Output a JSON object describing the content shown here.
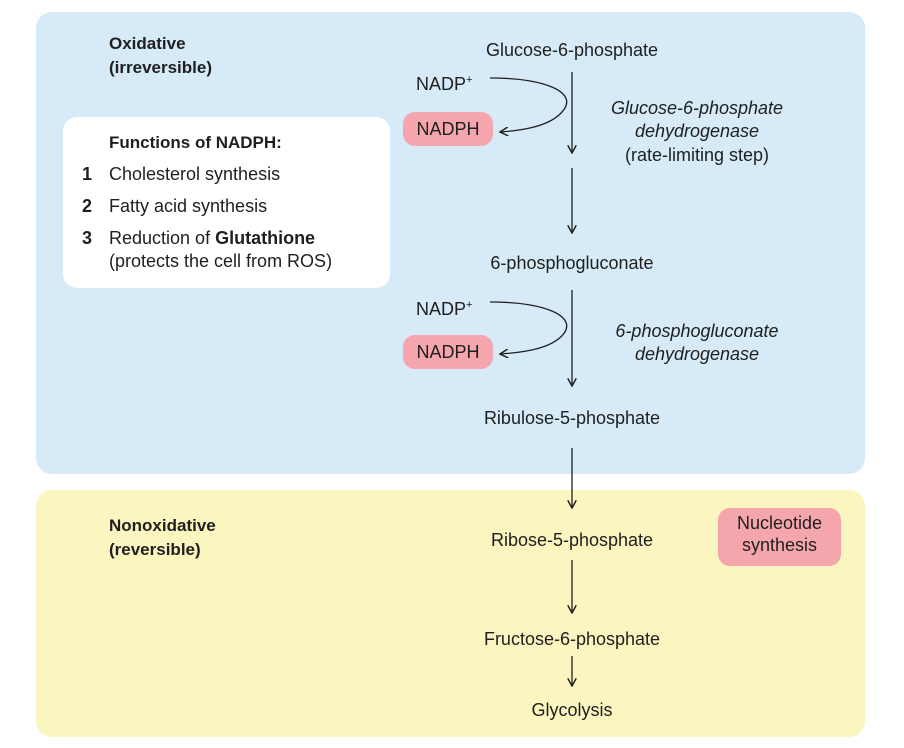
{
  "oxidative": {
    "label_line1": "Oxidative",
    "label_line2": "(irreversible)"
  },
  "nonoxidative": {
    "label_line1": "Nonoxidative",
    "label_line2": "(reversible)"
  },
  "functions": {
    "title": "Functions of NADPH:",
    "items": [
      {
        "number": "1",
        "text": "Cholesterol synthesis"
      },
      {
        "number": "2",
        "text": "Fatty acid synthesis"
      },
      {
        "number": "3",
        "text_prefix": "Reduction of ",
        "text_bold": "Glutathione",
        "text_line2": "(protects the cell from ROS)"
      }
    ]
  },
  "metabolites": {
    "g6p": "Glucose-6-phosphate",
    "pg6": "6-phosphogluconate",
    "ru5p": "Ribulose-5-phosphate",
    "r5p": "Ribose-5-phosphate",
    "f6p": "Fructose-6-phosphate",
    "glycolysis": "Glycolysis"
  },
  "cofactors": {
    "nadp_1": "NADP",
    "nadp_1_sup": "+",
    "nadph_1": "NADPH",
    "nadp_2": "NADP",
    "nadp_2_sup": "+",
    "nadph_2": "NADPH"
  },
  "enzymes": {
    "g6pd_line1": "Glucose-6-phosphate",
    "g6pd_line2": "dehydrogenase",
    "g6pd_note": "(rate-limiting step)",
    "pgd_line1": "6-phosphogluconate",
    "pgd_line2": "dehydrogenase"
  },
  "nucleotide": {
    "line1": "Nucleotide",
    "line2": "synthesis"
  },
  "colors": {
    "oxidative_panel": "#d6eaf8",
    "nonoxidative_panel": "#fbf5c0",
    "nadph_pill": "#f5a6ad",
    "nucleotide_pill": "#f5a6ad"
  }
}
